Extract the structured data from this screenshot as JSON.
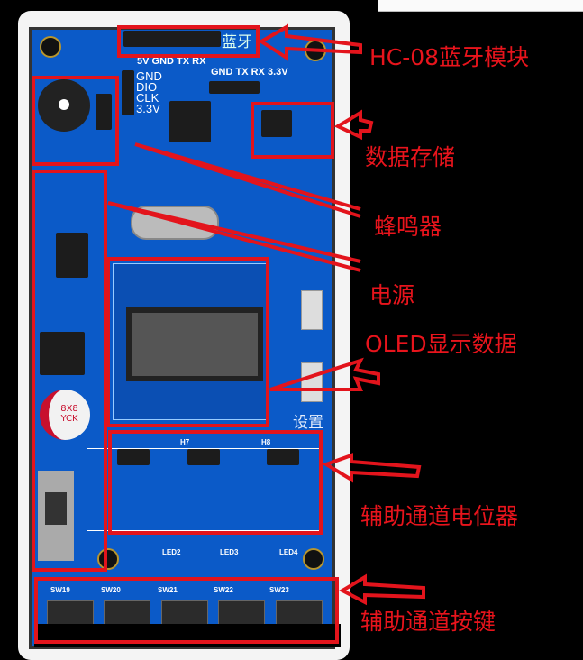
{
  "labels": {
    "bluetooth": "HC-08蓝牙模块",
    "storage": "数据存储",
    "buzzer": "蜂鸣器",
    "power": "电源",
    "oled": "OLED显示数据",
    "pot": "辅助通道电位器",
    "keys": "辅助通道按键"
  },
  "silk": {
    "bt": "蓝牙",
    "set": "设置",
    "h_pins": "5V GND TX RX",
    "left_pins": [
      "GND",
      "DIO",
      "CLK",
      "3.3V"
    ],
    "right_pins": "GND TX RX 3.3V",
    "cap": "8X8",
    "cap2": "YCK",
    "sw": [
      "SW19",
      "SW20",
      "SW21",
      "SW22",
      "SW23"
    ],
    "leds": [
      "LED2",
      "LED3",
      "LED4"
    ],
    "pots": [
      "H7",
      "H8"
    ]
  },
  "colors": {
    "board": "#0b5ac8",
    "annotation": "#e3141c"
  }
}
